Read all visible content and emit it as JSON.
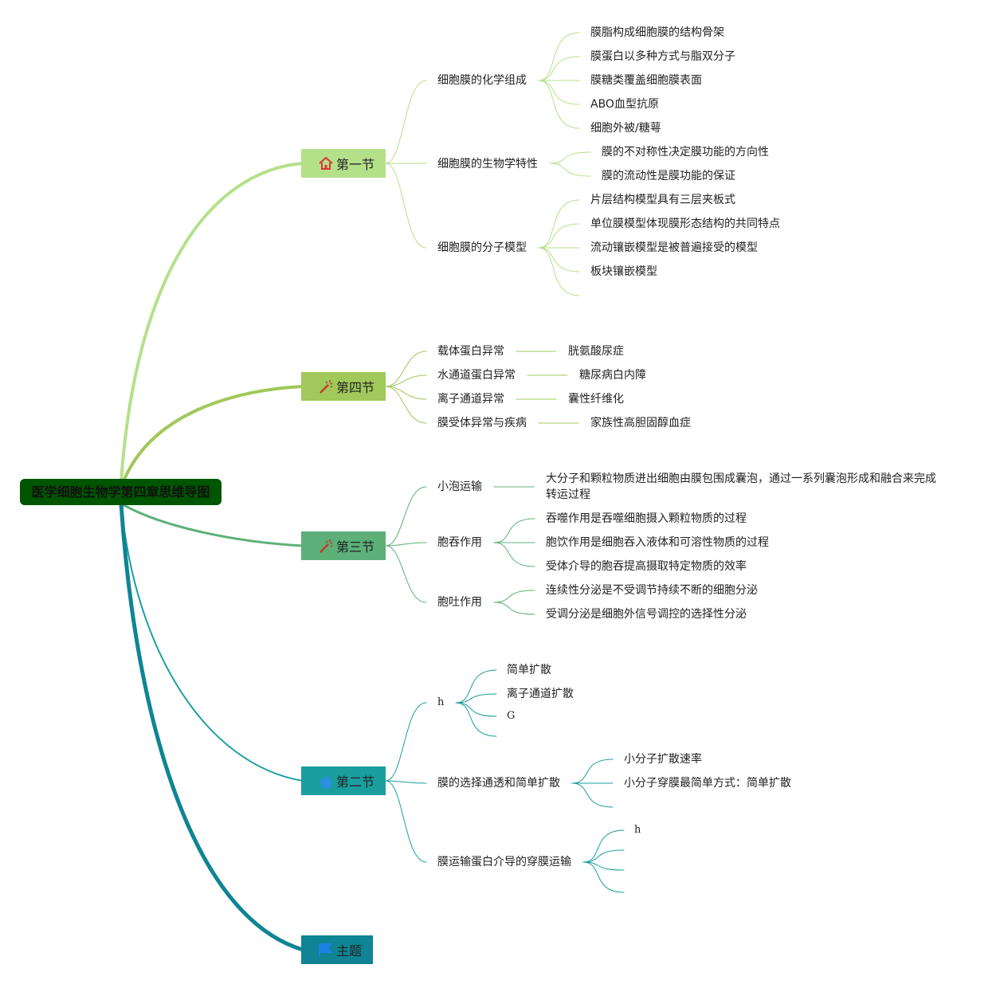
{
  "root": {
    "title": "医学细胞生物学第四章思维导图"
  },
  "sections": {
    "s1": {
      "label": "第一节",
      "icon": "home-icon",
      "color": "#b5e08a",
      "topics": [
        {
          "label": "细胞膜的化学组成",
          "children": [
            "膜脂构成细胞膜的结构骨架",
            "膜蛋白以多种方式与脂双分子",
            "膜糖类覆盖细胞膜表面",
            "ABO血型抗原",
            "细胞外被/糖萼"
          ]
        },
        {
          "label": "细胞膜的生物学特性",
          "children": [
            "膜的不对称性决定膜功能的方向性",
            "膜的流动性是膜功能的保证"
          ]
        },
        {
          "label": "细胞膜的分子模型",
          "children": [
            "片层结构模型具有三层夹板式",
            "单位膜模型体现膜形态结构的共同特点",
            "流动镶嵌模型是被普遍接受的模型",
            "板块镶嵌模型"
          ]
        }
      ]
    },
    "s4": {
      "label": "第四节",
      "icon": "magic-wand-icon",
      "color": "#a0c85a",
      "topics": [
        {
          "label": "载体蛋白异常",
          "children": [
            "胱氨酸尿症"
          ]
        },
        {
          "label": "水通道蛋白异常",
          "children": [
            "糖尿病白内障"
          ]
        },
        {
          "label": "离子通道异常",
          "children": [
            "囊性纤维化"
          ]
        },
        {
          "label": "膜受体异常与疾病",
          "children": [
            "家族性高胆固醇血症"
          ]
        }
      ]
    },
    "s3": {
      "label": "第三节",
      "icon": "magic-wand-icon",
      "color": "#5cb078",
      "topics": [
        {
          "label": "小泡运输",
          "children": [
            "大分子和颗粒物质进出细胞由膜包围成囊泡，通过一系列囊泡形成和融合来完成转运过程"
          ]
        },
        {
          "label": "胞吞作用",
          "children": [
            "吞噬作用是吞噬细胞摄入颗粒物质的过程",
            "胞饮作用是细胞吞入液体和可溶性物质的过程",
            "受体介导的胞吞提高摄取特定物质的效率"
          ]
        },
        {
          "label": "胞吐作用",
          "children": [
            "连续性分泌是不受调节持续不断的细胞分泌",
            "受调分泌是细胞外信号调控的选择性分泌"
          ]
        }
      ]
    },
    "s2": {
      "label": "第二节",
      "icon": "flame-icon",
      "color": "#1a9e9e",
      "topics": [
        {
          "label": "h",
          "children": [
            "简单扩散",
            "离子通道扩散",
            "G",
            ""
          ]
        },
        {
          "label": "膜的选择通透和简单扩散",
          "children": [
            "小分子扩散速率",
            "小分子穿膜最简单方式：简单扩散",
            ""
          ]
        },
        {
          "label": "膜运输蛋白介导的穿膜运输",
          "children": [
            "h",
            "",
            "",
            ""
          ]
        }
      ]
    },
    "s5": {
      "label": "主题",
      "icon": "flag-icon",
      "color": "#0f8494"
    }
  },
  "colors": {
    "root": "#005500",
    "s1": "#b5e08a",
    "s4": "#a0c85a",
    "s3": "#5cb078",
    "s2": "#1a9e9e",
    "s5": "#0f8494"
  }
}
